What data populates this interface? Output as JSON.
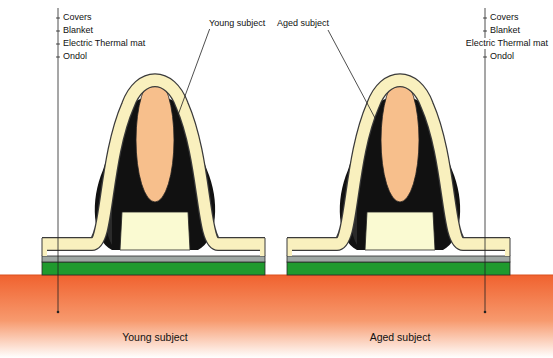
{
  "diagram": {
    "labels": [
      "Covers",
      "Blanket",
      "Electric Thermal mat",
      "Ondol",
      "Young subject",
      "Aged subject",
      "Covers",
      "Blanket",
      "Electric Thermal mat",
      "Ondol",
      "Young subject",
      "Aged subject"
    ]
  }
}
